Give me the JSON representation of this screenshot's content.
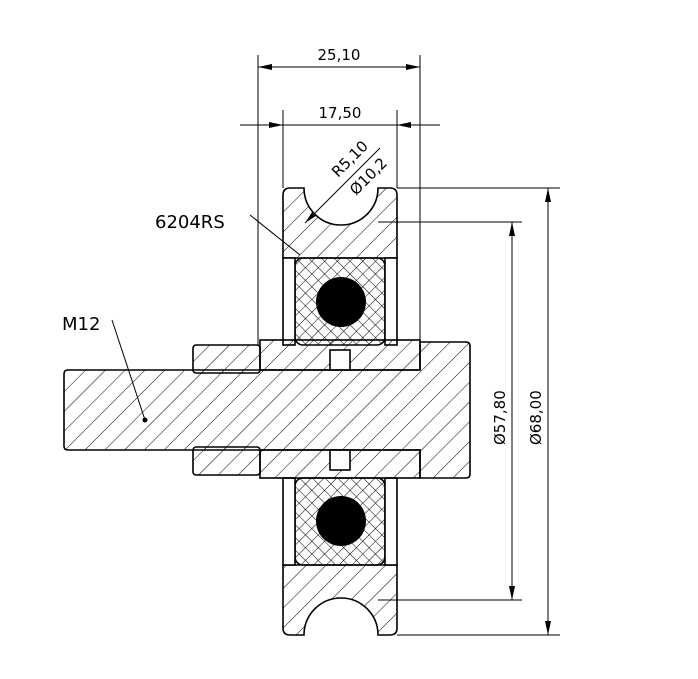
{
  "dimensions": {
    "overall_width": "25,10",
    "wheel_width": "17,50",
    "groove_radius": "R5,10",
    "groove_diameter": "Ø10,2",
    "groove_bottom_diameter": "Ø57,80",
    "outer_diameter": "Ø68,00"
  },
  "labels": {
    "bearing": "6204RS",
    "thread": "M12"
  },
  "colors": {
    "line": "#000000",
    "background": "#ffffff"
  }
}
